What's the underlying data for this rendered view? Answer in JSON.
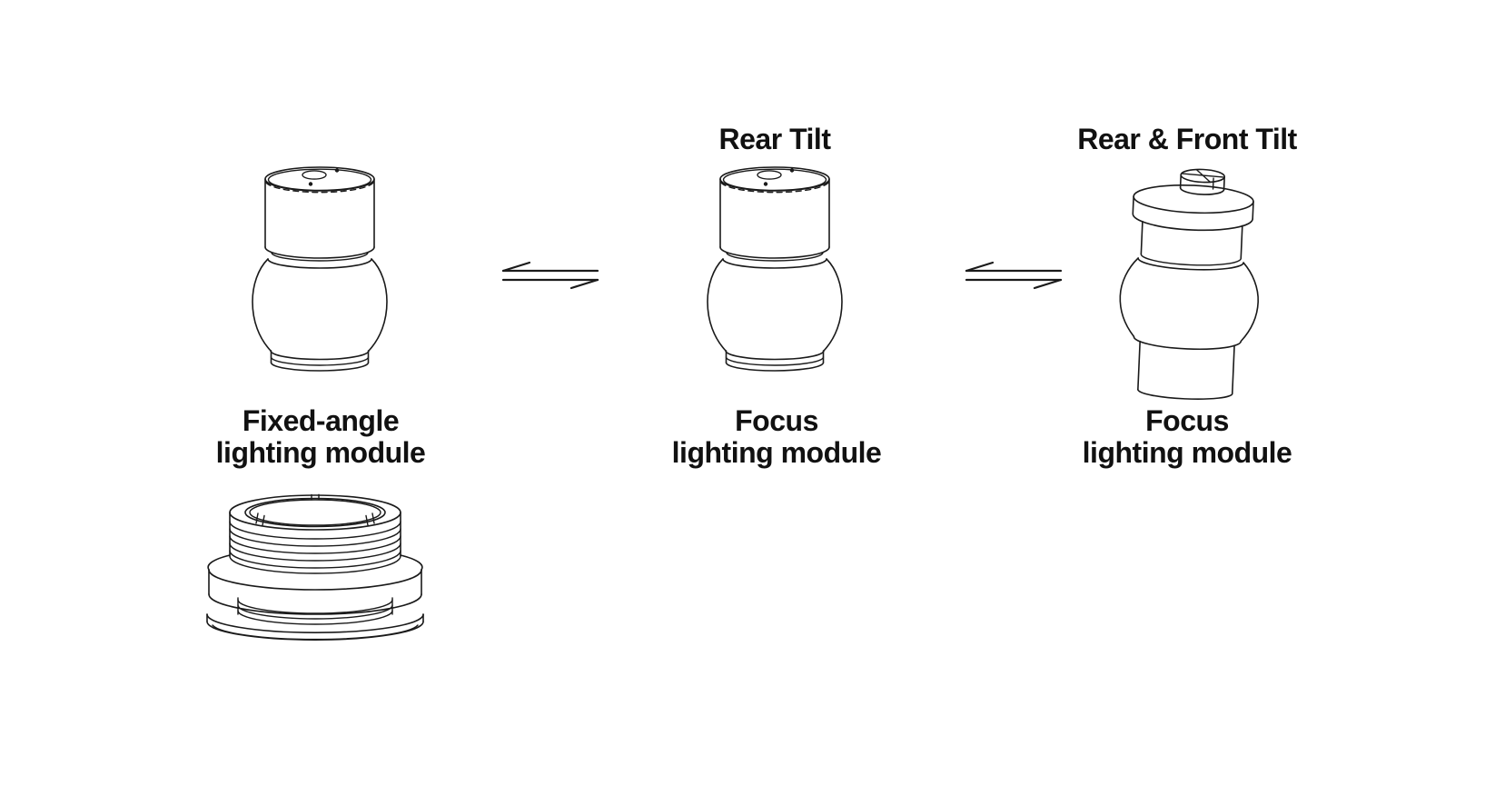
{
  "diagram": {
    "columns": [
      {
        "title": "",
        "label_line1": "Fixed-angle",
        "label_line2": "lighting module"
      },
      {
        "title": "Rear Tilt",
        "label_line1": "Focus",
        "label_line2": "lighting module"
      },
      {
        "title": "Rear & Front Tilt",
        "label_line1": "Focus",
        "label_line2": "lighting module"
      }
    ],
    "icons": {
      "exchange_arrow": "equilibrium-double-arrow",
      "left_module": "fixed-angle-lighting-module-drawing",
      "middle_module": "focus-lighting-module-drawing",
      "right_module": "focus-lighting-module-tilted-drawing",
      "adapter": "threaded-mount-adapter-drawing"
    },
    "colors": {
      "line": "#1a1a1a",
      "text": "#111111",
      "background": "#ffffff"
    }
  }
}
